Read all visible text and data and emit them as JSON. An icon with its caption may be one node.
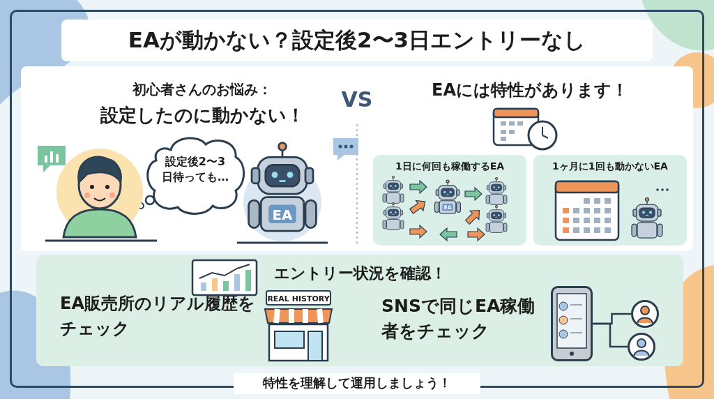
{
  "diagram": {
    "title": "EAが動かない？設定後2〜3日エントリーなし",
    "nodes": [
      {
        "text": [
          "設定後2〜3日待っても…"
        ]
      },
      {
        "text": [
          "1日に何回も稼働するEA"
        ]
      },
      {
        "text": [
          "1ヶ月に1回も動かないEA"
        ]
      },
      {
        "text": [
          "エントリー状況を確認！"
        ]
      },
      {
        "text": [],
        "shape": "picture",
        "in": 3
      },
      {
        "text": [],
        "shape": "person",
        "in": 3
      },
      {
        "text": [],
        "shape": "person",
        "in": 3
      }
    ],
    "edges": [
      {
        "from": 4,
        "to": 5,
        "arrow": "none"
      },
      {
        "from": 4,
        "to": 6,
        "arrow": "none"
      }
    ],
    "labels": [
      "初心者さんのお悩み：",
      "設定したのに動かない！",
      "VS",
      "EAには特性があります！",
      "EA",
      "EA",
      "EA販売所のリアル履歴をチェック",
      "REAL HISTORY",
      "SNSで同じEA稼働者をチェック",
      "特性を理解して運用しましょう！"
    ]
  }
}
